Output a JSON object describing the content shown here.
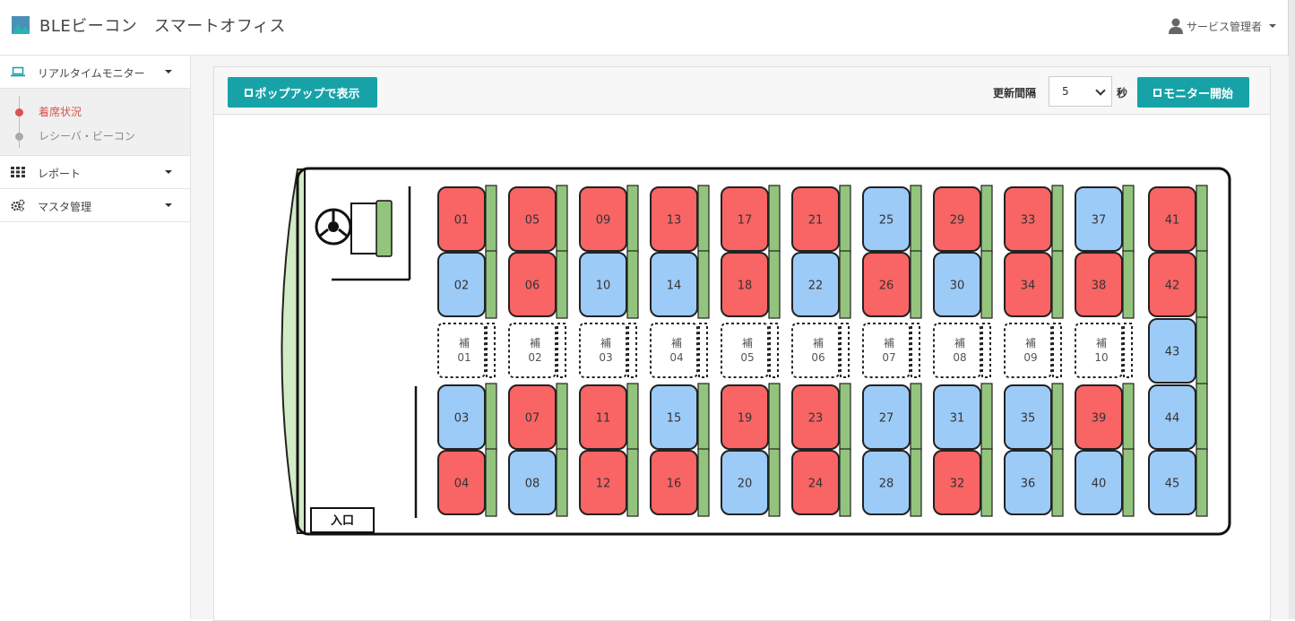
{
  "header": {
    "app_title": "BLEビーコン　スマートオフィス",
    "user_label": "サービス管理者",
    "logo_icon": "mountain-logo-icon",
    "user_icon": "user-icon"
  },
  "sidebar": {
    "realtime": {
      "label": "リアルタイムモニター",
      "icon": "laptop-icon"
    },
    "sub_items": [
      {
        "label": "着席状況",
        "active": true,
        "color": "#d9534f"
      },
      {
        "label": "レシーバ・ビーコン",
        "active": false,
        "color": "#888888"
      }
    ],
    "report": {
      "label": "レポート",
      "icon": "grid-icon"
    },
    "master": {
      "label": "マスタ管理",
      "icon": "gears-icon"
    }
  },
  "toolbar": {
    "popup_button": "ポップアップで表示",
    "interval_label": "更新間隔",
    "interval_value": "5",
    "seconds_label": "秒",
    "start_button": "モニター開始"
  },
  "colors": {
    "occupied": "#f96464",
    "vacant": "#9dcbf8",
    "backrest": "#93c47d",
    "accent": "#17a2a8"
  },
  "bus": {
    "entrance_label": "入口",
    "seats": [
      {
        "no": "01",
        "status": "occupied"
      },
      {
        "no": "02",
        "status": "vacant"
      },
      {
        "no": "03",
        "status": "vacant"
      },
      {
        "no": "04",
        "status": "occupied"
      },
      {
        "no": "05",
        "status": "occupied"
      },
      {
        "no": "06",
        "status": "occupied"
      },
      {
        "no": "07",
        "status": "occupied"
      },
      {
        "no": "08",
        "status": "vacant"
      },
      {
        "no": "09",
        "status": "occupied"
      },
      {
        "no": "10",
        "status": "vacant"
      },
      {
        "no": "11",
        "status": "occupied"
      },
      {
        "no": "12",
        "status": "occupied"
      },
      {
        "no": "13",
        "status": "occupied"
      },
      {
        "no": "14",
        "status": "vacant"
      },
      {
        "no": "15",
        "status": "vacant"
      },
      {
        "no": "16",
        "status": "occupied"
      },
      {
        "no": "17",
        "status": "occupied"
      },
      {
        "no": "18",
        "status": "occupied"
      },
      {
        "no": "19",
        "status": "occupied"
      },
      {
        "no": "20",
        "status": "vacant"
      },
      {
        "no": "21",
        "status": "occupied"
      },
      {
        "no": "22",
        "status": "vacant"
      },
      {
        "no": "23",
        "status": "occupied"
      },
      {
        "no": "24",
        "status": "occupied"
      },
      {
        "no": "25",
        "status": "vacant"
      },
      {
        "no": "26",
        "status": "occupied"
      },
      {
        "no": "27",
        "status": "vacant"
      },
      {
        "no": "28",
        "status": "vacant"
      },
      {
        "no": "29",
        "status": "occupied"
      },
      {
        "no": "30",
        "status": "vacant"
      },
      {
        "no": "31",
        "status": "vacant"
      },
      {
        "no": "32",
        "status": "occupied"
      },
      {
        "no": "33",
        "status": "occupied"
      },
      {
        "no": "34",
        "status": "occupied"
      },
      {
        "no": "35",
        "status": "vacant"
      },
      {
        "no": "36",
        "status": "vacant"
      },
      {
        "no": "37",
        "status": "vacant"
      },
      {
        "no": "38",
        "status": "occupied"
      },
      {
        "no": "39",
        "status": "occupied"
      },
      {
        "no": "40",
        "status": "vacant"
      },
      {
        "no": "41",
        "status": "occupied"
      },
      {
        "no": "42",
        "status": "occupied"
      },
      {
        "no": "43",
        "status": "vacant"
      },
      {
        "no": "44",
        "status": "vacant"
      },
      {
        "no": "45",
        "status": "vacant"
      }
    ],
    "aux_seats": [
      {
        "kana": "補",
        "no": "01"
      },
      {
        "kana": "補",
        "no": "02"
      },
      {
        "kana": "補",
        "no": "03"
      },
      {
        "kana": "補",
        "no": "04"
      },
      {
        "kana": "補",
        "no": "05"
      },
      {
        "kana": "補",
        "no": "06"
      },
      {
        "kana": "補",
        "no": "07"
      },
      {
        "kana": "補",
        "no": "08"
      },
      {
        "kana": "補",
        "no": "09"
      },
      {
        "kana": "補",
        "no": "10"
      }
    ]
  }
}
